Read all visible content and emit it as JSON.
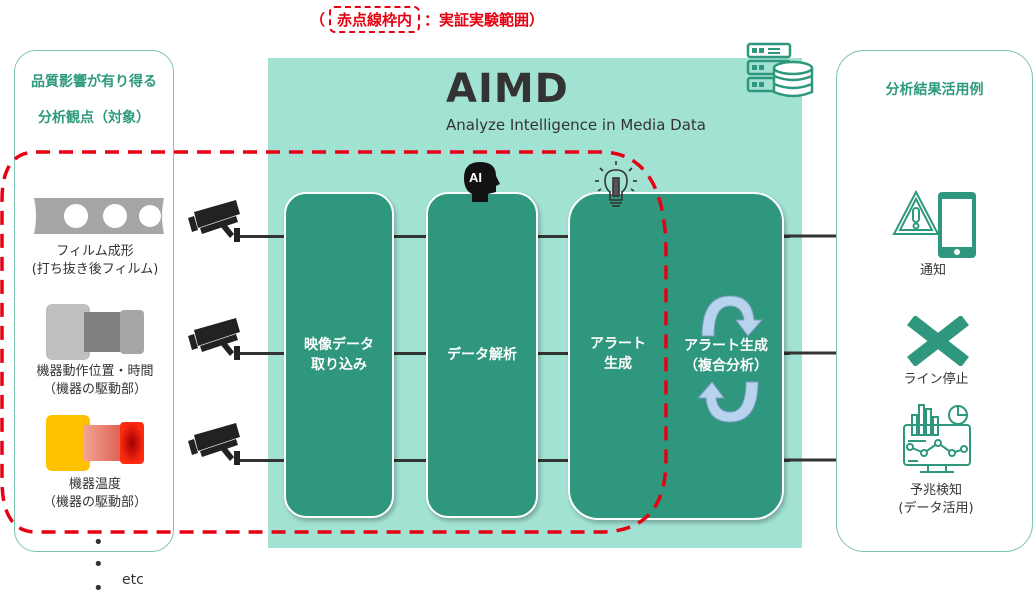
{
  "legend": {
    "open_paren": "（",
    "boxed_text": "赤点線枠内",
    "rest": "：実証実験範囲）"
  },
  "left_panel": {
    "title_line1": "品質影響が有り得る",
    "title_line2": "分析観点（対象）",
    "items": [
      {
        "icon": "film-punched-icon",
        "line1": "フィルム成形",
        "line2": "(打ち抜き後フィルム)"
      },
      {
        "icon": "machine-part-gray-icon",
        "line1": "機器動作位置・時間",
        "line2": "（機器の駆動部）"
      },
      {
        "icon": "machine-part-heat-icon",
        "line1": "機器温度",
        "line2": "（機器の駆動部）"
      }
    ],
    "etc": "etc"
  },
  "camera_icon": "security-camera-icon",
  "aimd": {
    "title": "AIMD",
    "subtitle": "Analyze Intelligence in Media Data",
    "database_icon": "server-database-icon",
    "steps": [
      {
        "line1": "映像データ",
        "line2": "取り込み"
      },
      {
        "line1": "データ解析",
        "line2": "",
        "icon": "ai-head-icon",
        "icon_text": "AI"
      },
      {
        "line1": "アラート",
        "line2": "生成",
        "icon": "lightbulb-icon"
      },
      {
        "line1": "アラート生成",
        "line2": "（複合分析）",
        "icon": "cycle-arrows-icon"
      }
    ]
  },
  "right_panel": {
    "title": "分析結果活用例",
    "outputs": [
      {
        "icon": "warning-smartphone-icon",
        "line1": "通知",
        "line2": ""
      },
      {
        "icon": "x-stop-icon",
        "line1": "ライン停止",
        "line2": ""
      },
      {
        "icon": "monitor-analytics-icon",
        "line1": "予兆検知",
        "line2": "(データ活用)"
      }
    ]
  },
  "colors": {
    "accent_green": "#2f977d",
    "light_green": "#a2e2d3",
    "title_green": "#2e9a7d",
    "dashed_red": "#e60012",
    "panel_border": "#7cc4b1"
  }
}
